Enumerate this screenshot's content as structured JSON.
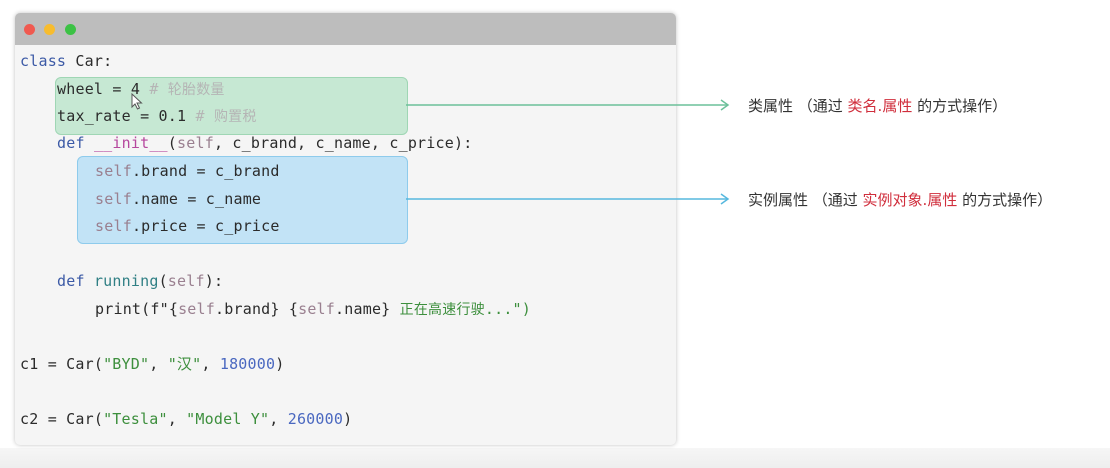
{
  "window": {
    "controls": [
      "close",
      "minimize",
      "maximize"
    ]
  },
  "code": {
    "l1": {
      "kw": "class",
      "rest": " Car:"
    },
    "l2": {
      "a": "wheel = ",
      "num": "4",
      "cmt": " # ",
      "cmt_cn": "轮胎数量"
    },
    "l3": {
      "a": "tax_rate = ",
      "num": "0.1",
      "cmt": " # ",
      "cmt_cn": "购置税"
    },
    "l4": {
      "kw": "def",
      "sp": " ",
      "fn": "__init__",
      "p1": "(",
      "self": "self",
      "rest": ", c_brand, c_name, c_price):"
    },
    "l5": {
      "self": "self",
      "rest": ".brand = c_brand"
    },
    "l6": {
      "self": "self",
      "rest": ".name = c_name"
    },
    "l7": {
      "self": "self",
      "rest": ".price = c_price"
    },
    "l8": {
      "kw": "def",
      "sp": " ",
      "fn": "running",
      "p1": "(",
      "self": "self",
      "rest": "):"
    },
    "l9": {
      "a": "print(f\"{",
      "self1": "self",
      "b": ".brand} {",
      "self2": "self",
      "c": ".name} ",
      "str_cn": "正在高速行驶",
      "d": "...\")"
    },
    "l10": {
      "a": "c1 = Car(",
      "s1": "\"BYD\"",
      "b": ", ",
      "s2": "\"汉\"",
      "c": ", ",
      "num": "180000",
      "d": ")"
    },
    "l11": {
      "a": "c2 = Car(",
      "s1": "\"Tesla\"",
      "b": ", ",
      "s2": "\"Model Y\"",
      "c": ", ",
      "num": "260000",
      "d": ")"
    }
  },
  "annotations": {
    "class_attr": {
      "pre": "类属性 （通过 ",
      "red": "类名.属性",
      "post": " 的方式操作）",
      "arrow_color": "#6cc09a"
    },
    "instance_attr": {
      "pre": "实例属性 （通过 ",
      "red": "实例对象.属性",
      "post": " 的方式操作）",
      "arrow_color": "#56b8de"
    }
  },
  "colors": {
    "highlight_red": "#d02e3c",
    "class_attr_box": "#c6e8d3",
    "instance_attr_box": "#c2e3f6"
  }
}
